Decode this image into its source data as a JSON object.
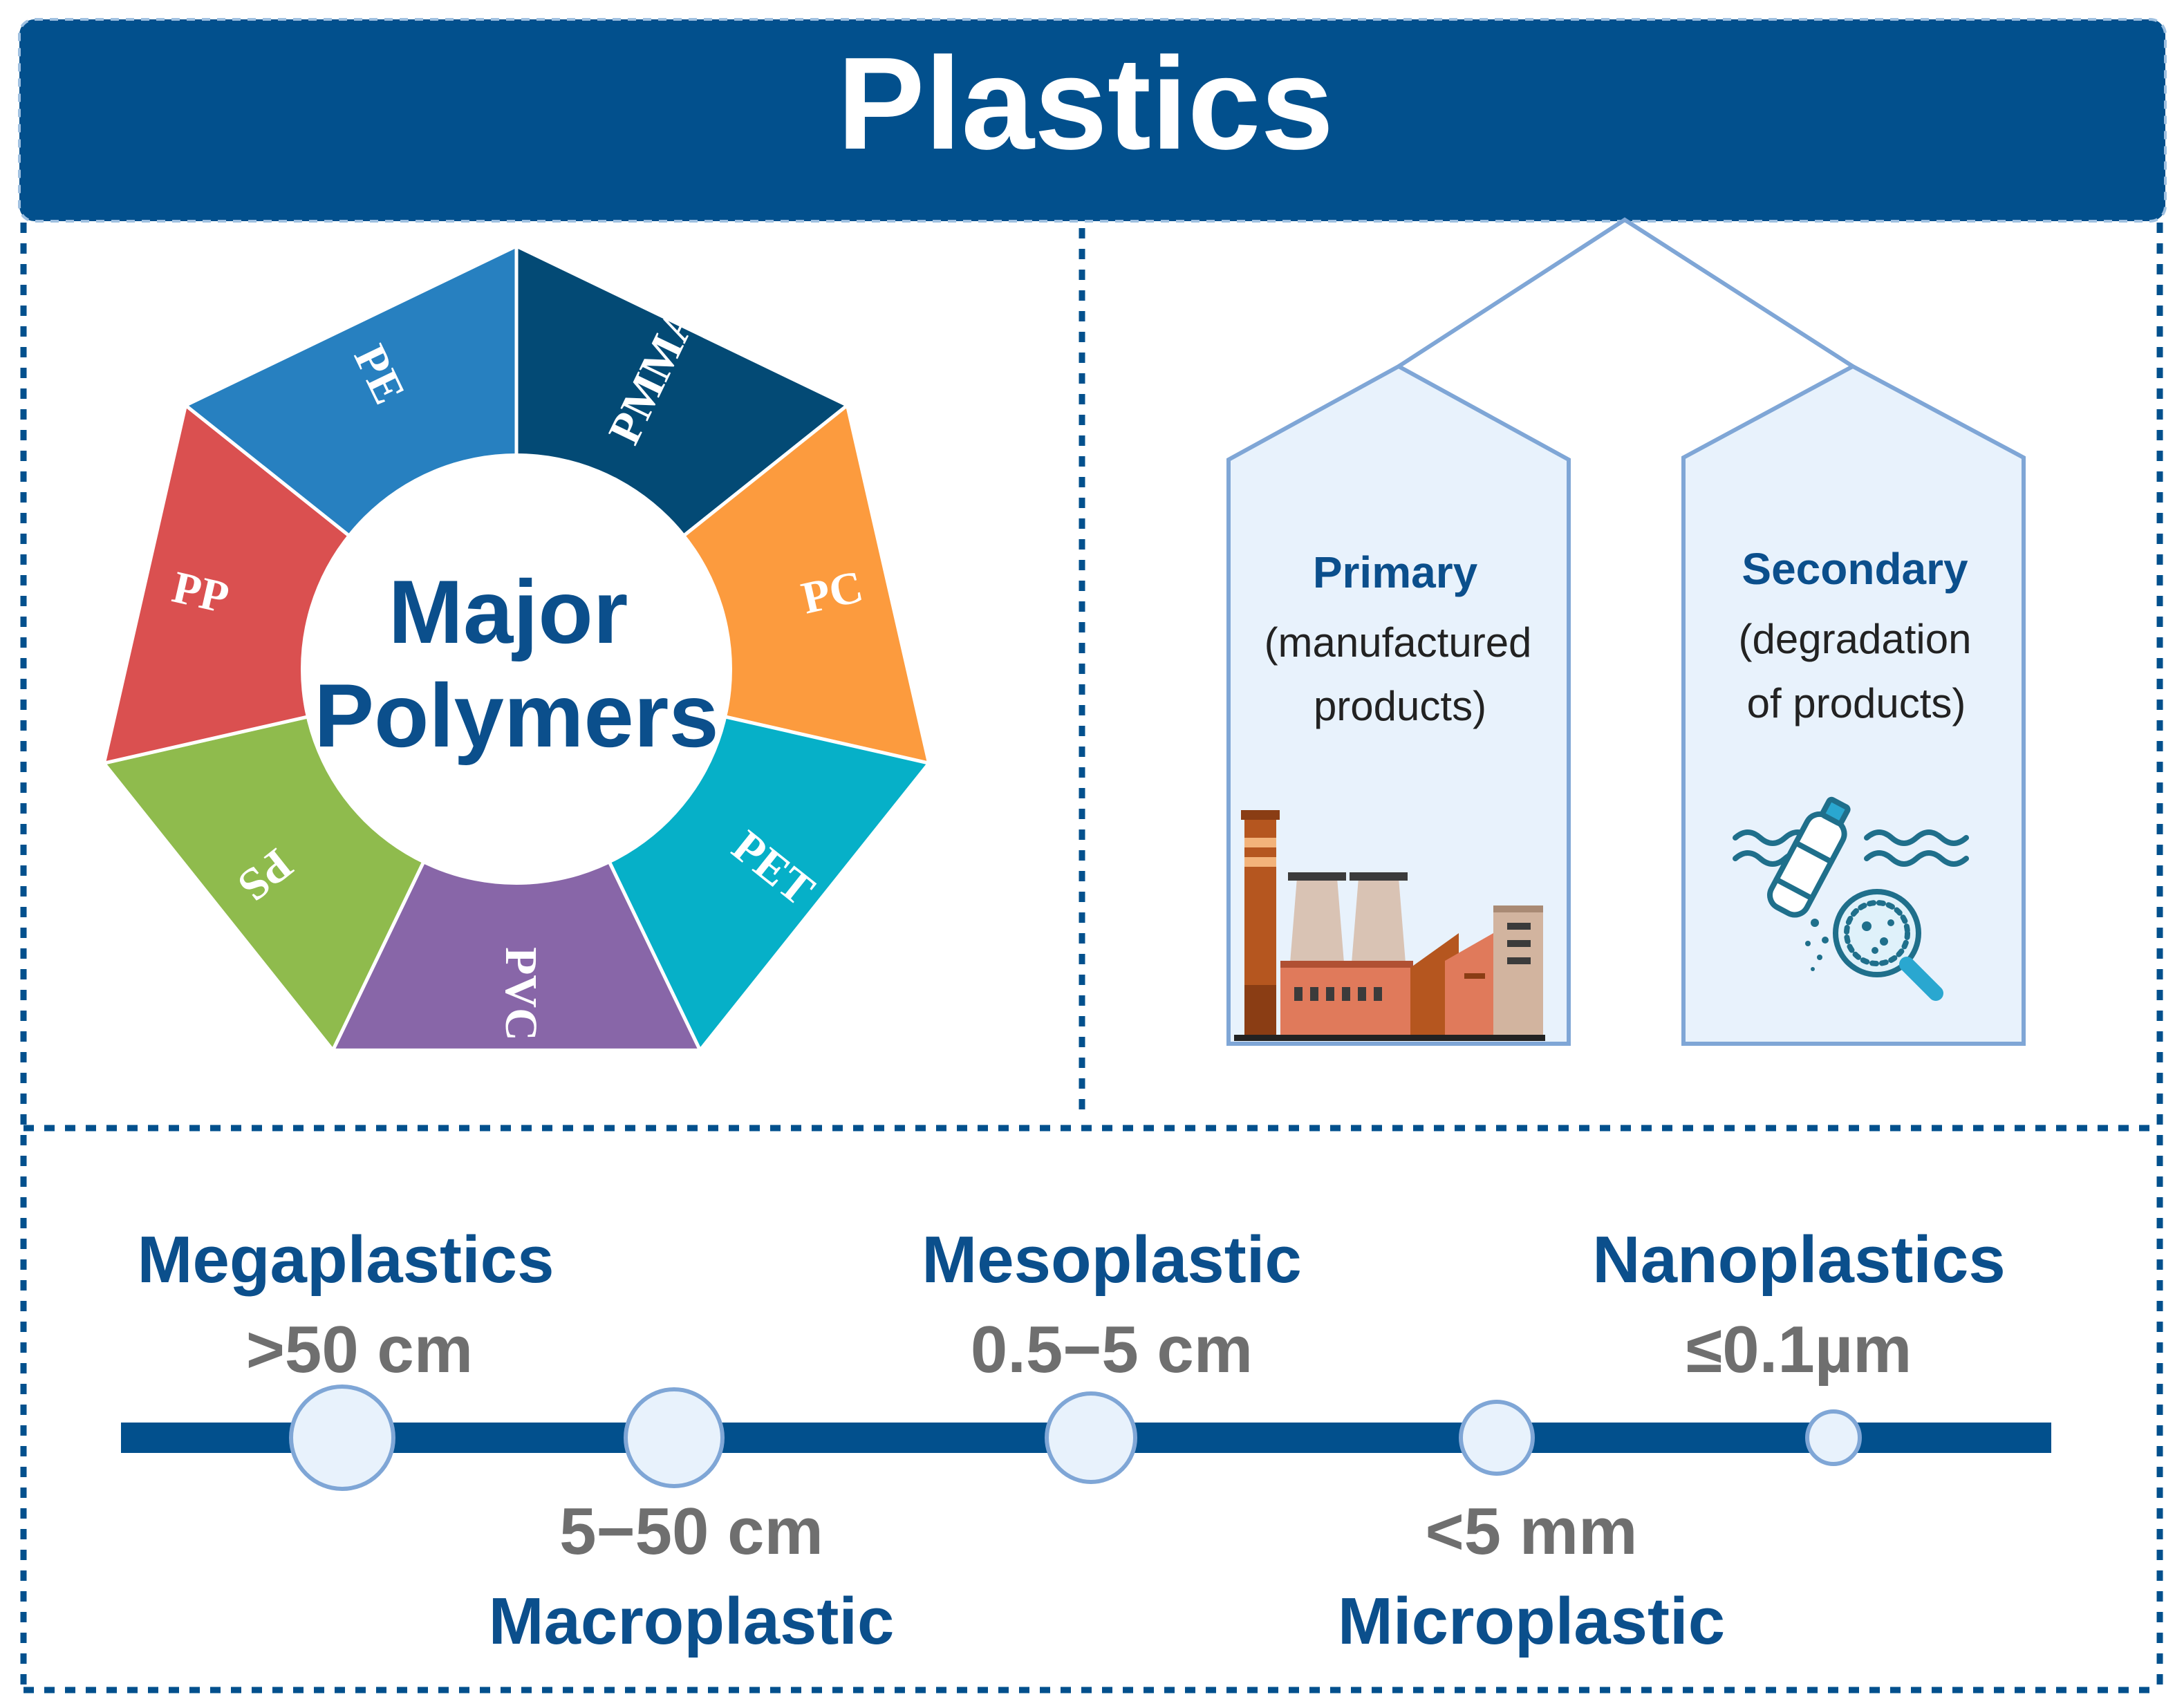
{
  "title": "Plastics",
  "colors": {
    "navy": "#02508d",
    "text_blue": "#0b4f8c",
    "gray_text": "#6f6f6f",
    "light_fill": "#e8f2fc",
    "light_stroke": "#7fa6d6"
  },
  "wheel": {
    "center_line1": "Major",
    "center_line2": "Polymers",
    "segments": [
      {
        "label": "PMMA",
        "color": "#034a75"
      },
      {
        "label": "PC",
        "color": "#fc9b3e"
      },
      {
        "label": "PET",
        "color": "#06b0c8"
      },
      {
        "label": "PVC",
        "color": "#8866a8"
      },
      {
        "label": "PS",
        "color": "#8fbb4d"
      },
      {
        "label": "PP",
        "color": "#da5050"
      },
      {
        "label": "PE",
        "color": "#2780c0"
      }
    ]
  },
  "sources": {
    "primary": {
      "title": "Primary",
      "line1": "(manufactured",
      "line2": "products)",
      "icon": "factory-icon"
    },
    "secondary": {
      "title": "Secondary",
      "line1": "(degradation",
      "line2": "of products)",
      "icon": "bottle-degradation-icon"
    }
  },
  "size_scale": {
    "items": [
      {
        "name": "Megaplastics",
        "range": ">50 cm",
        "position": "top"
      },
      {
        "name": "Macroplastic",
        "range": "5−50 cm",
        "position": "bottom"
      },
      {
        "name": "Mesoplastic",
        "range": "0.5−5 cm",
        "position": "top"
      },
      {
        "name": "Microplastic",
        "range": "<5 mm",
        "position": "bottom"
      },
      {
        "name": "Nanoplastics",
        "range": "≤0.1µm",
        "position": "top"
      }
    ]
  }
}
